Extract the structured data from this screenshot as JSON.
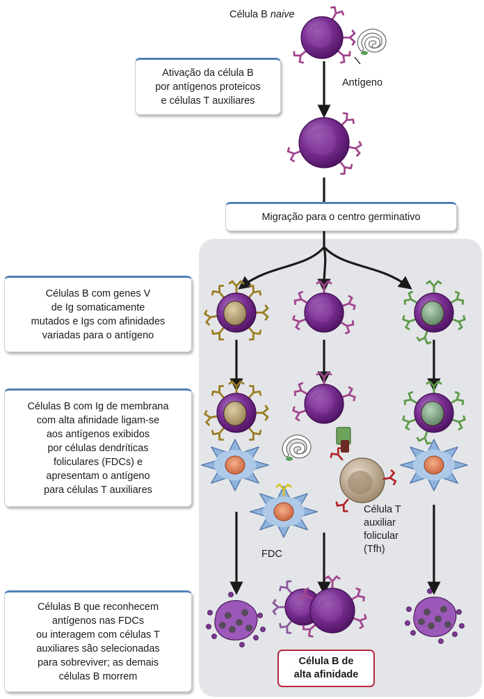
{
  "top": {
    "naive_prefix": "Célula B",
    "naive_italic": "naive",
    "antigen_label": "Antígeno"
  },
  "steps": {
    "activation": [
      "Ativação da célula B",
      "por antígenos proteicos",
      "e células T auxiliares"
    ],
    "migration": "Migração para o centro germinativo",
    "mutated": [
      "Células B com genes V",
      "de Ig somaticamente",
      "mutados e Igs com afinidades",
      "variadas para o antígeno"
    ],
    "binding": [
      "Células B com Ig de membrana",
      "com alta afinidade ligam-se",
      "aos antígenos exibidos",
      "por células dendríticas",
      "foliculares (FDCs) e",
      "apresentam o antígeno",
      "para células T auxiliares"
    ],
    "selection": [
      "Células B que reconhecem",
      "antígenos nas FDCs",
      "ou interagem com células T",
      "auxiliares são selecionadas",
      "para sobreviver; as demais",
      "células B morrem"
    ]
  },
  "labels": {
    "fdc": "FDC",
    "tfh": [
      "Célula T",
      "auxiliar",
      "folicular",
      "(Tfh)"
    ]
  },
  "result": [
    "Célula B de",
    "alta afinidade"
  ],
  "colors": {
    "cell_purple": "#7b2a8c",
    "receptor_magenta": "#a2458e",
    "receptor_olive": "#9a7d22",
    "receptor_green": "#5c9a48",
    "tcell_receptor": "#b3262e",
    "fdc_blue": "#8fb3dc",
    "box_accent": "#4f80b8",
    "result_border": "#b7263c",
    "germinal_bg": "#e3e5e8"
  }
}
